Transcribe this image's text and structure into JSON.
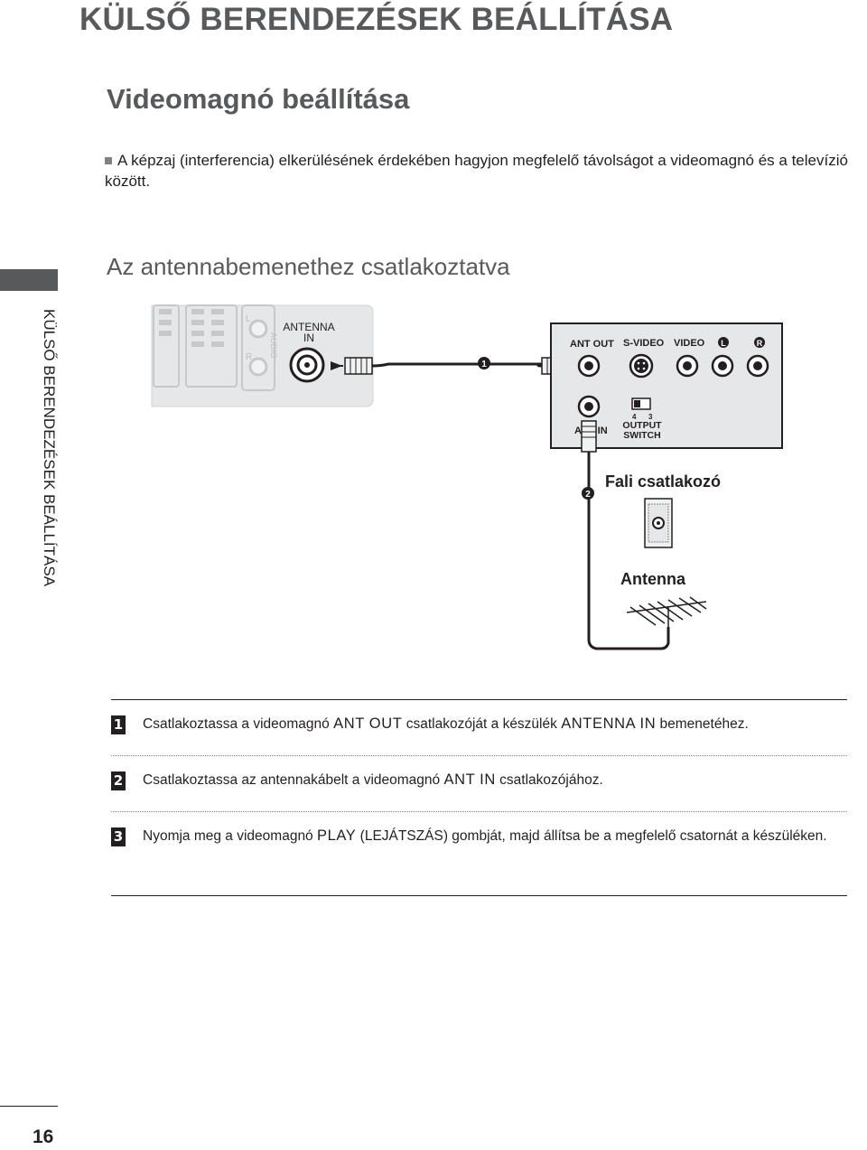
{
  "page": {
    "title": "KÜLSŐ BERENDEZÉSEK BEÁLLÍTÁSA",
    "side_label": "KÜLSŐ BERENDEZÉSEK BEÁLLÍTÁSA",
    "number": "16"
  },
  "section": {
    "title": "Videomagnó beállítása",
    "note": "A képzaj (interferencia) elkerülésének érdekében hagyjon megfelelő távolságot a videomagnó és a televízió között.",
    "subsection": "Az antennabemenethez csatlakoztatva"
  },
  "diagram": {
    "tv": {
      "antenna_in_line1": "ANTENNA",
      "antenna_in_line2": "IN",
      "audio": "AUDIO",
      "l": "L",
      "r": "R"
    },
    "vcr": {
      "ant_out": "ANT OUT",
      "s_video": "S-VIDEO",
      "video": "VIDEO",
      "l": "L",
      "r": "R",
      "ant_in": "ANT IN",
      "switch_4": "4",
      "switch_3": "3",
      "output_switch_line1": "OUTPUT",
      "output_switch_line2": "SWITCH"
    },
    "markers": {
      "m1": "1",
      "m2": "2"
    },
    "wall_socket": "Fali csatlakozó",
    "antenna": "Antenna"
  },
  "steps": [
    {
      "num": "1",
      "pre": "Csatlakoztassa a videomagnó ",
      "b1": "ANT OUT",
      "mid": " csatlakozóját a készülék ",
      "b2": "ANTENNA IN",
      "post": " bemenetéhez."
    },
    {
      "num": "2",
      "pre": "Csatlakoztassa az antennakábelt a videomagnó ",
      "b1": "ANT IN",
      "post": " csatlakozójához."
    },
    {
      "num": "3",
      "pre": "Nyomja meg a videomagnó ",
      "b1": "PLAY",
      "post": " (LEJÁTSZÁS) gombját, majd állítsa be a megfelelő csatornát a készüléken."
    }
  ]
}
